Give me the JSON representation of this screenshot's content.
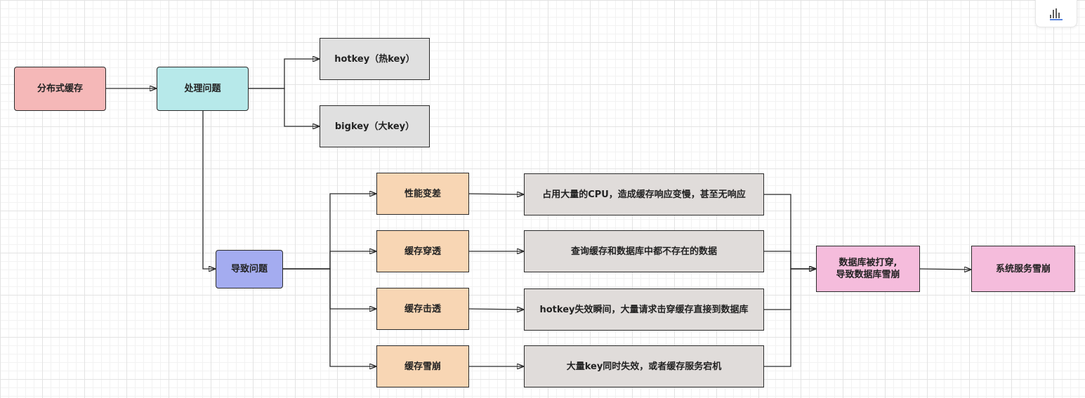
{
  "nodes": {
    "root": {
      "label": "分布式缓存",
      "fill": "#f5b8b8"
    },
    "handle": {
      "label": "处理问题",
      "fill": "#b7e9ea"
    },
    "hotkey": {
      "label": "hotkey（热key）",
      "fill": "#e0e0e0"
    },
    "bigkey": {
      "label": "bigkey（大key）",
      "fill": "#e0e0e0"
    },
    "cause": {
      "label": "导致问题",
      "fill": "#a4acf0"
    },
    "perf": {
      "label": "性能变差",
      "fill": "#f8d6b4"
    },
    "penetration": {
      "label": "缓存穿透",
      "fill": "#f8d6b4"
    },
    "breakdown": {
      "label": "缓存击透",
      "fill": "#f8d6b4"
    },
    "avalanche": {
      "label": "缓存雪崩",
      "fill": "#f8d6b4"
    },
    "perf_desc": {
      "label": "占用大量的CPU，造成缓存响应变慢，甚至无响应",
      "fill": "#e0dcda"
    },
    "penetration_desc": {
      "label": "查询缓存和数据库中都不存在的数据",
      "fill": "#e0dcda"
    },
    "breakdown_desc": {
      "label": "hotkey失效瞬间，大量请求击穿缓存直接到数据库",
      "fill": "#e0dcda"
    },
    "avalanche_desc": {
      "label": "大量key同时失效，或者缓存服务宕机",
      "fill": "#e0dcda"
    },
    "db_down": {
      "label": "数据库被打穿,\n导致数据库雪崩",
      "fill": "#f5bcdc"
    },
    "sys_down": {
      "label": "系统服务雪崩",
      "fill": "#f5bcdc"
    }
  },
  "toolbar": {
    "icon": "share-icon"
  }
}
